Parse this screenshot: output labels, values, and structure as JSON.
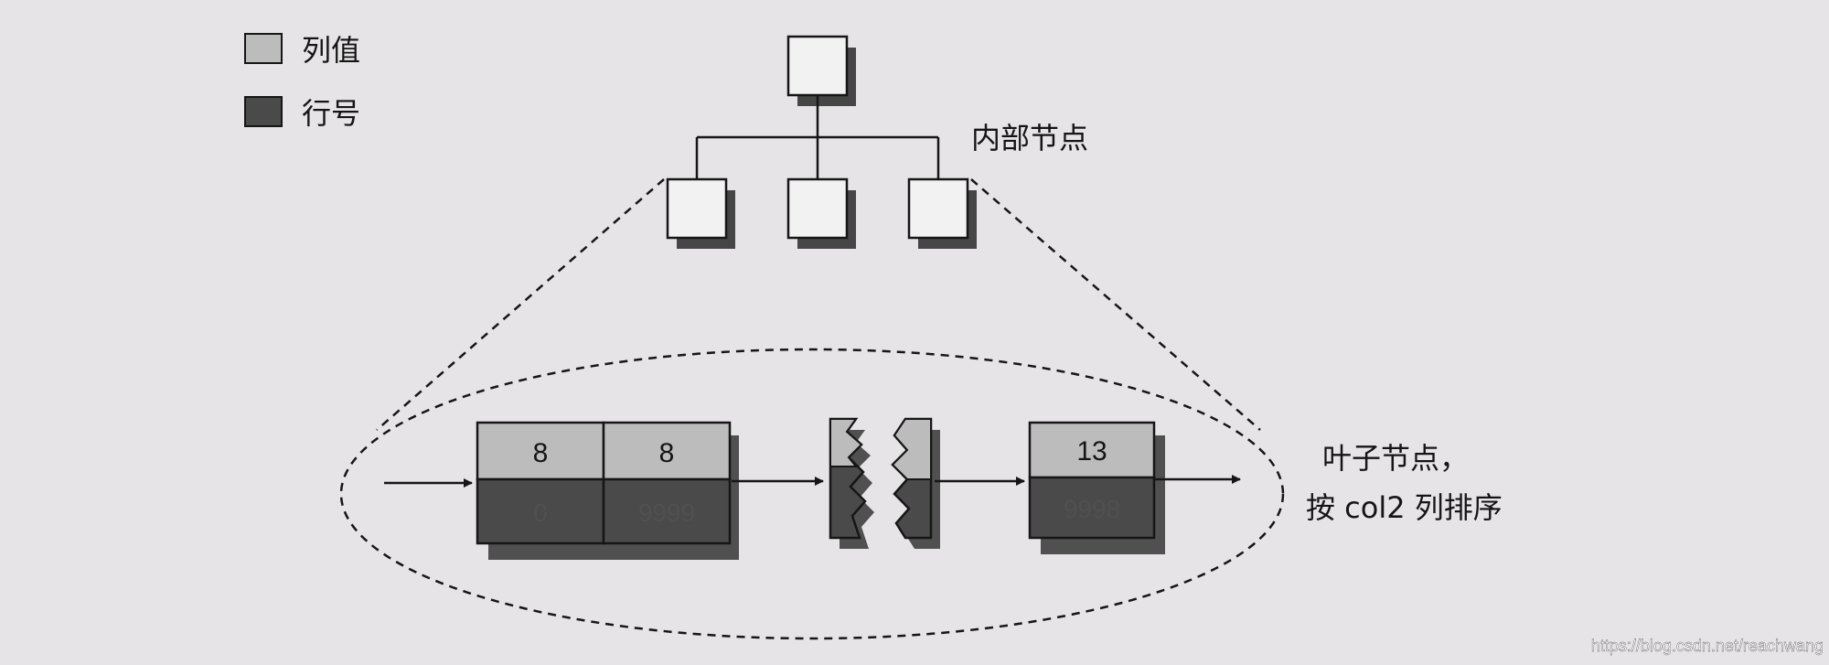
{
  "legend": {
    "items": [
      {
        "label": "列值",
        "swatch_color": "#bcbcbc"
      },
      {
        "label": "行号",
        "swatch_color": "#4a4a4a"
      }
    ]
  },
  "labels": {
    "internal_nodes": "内部节点",
    "leaf_nodes_line1": "叶子节点，",
    "leaf_nodes_line2": "按 col2 列排序",
    "watermark": "https://blog.csdn.net/reachwang"
  },
  "leaf_pages": [
    {
      "cells": [
        {
          "column_value": "8",
          "row_number": "0"
        },
        {
          "column_value": "8",
          "row_number": "9999"
        }
      ]
    },
    {
      "cells": [
        {
          "column_value": "13",
          "row_number": "9998"
        }
      ]
    }
  ],
  "colors": {
    "column_value_fill": "#bcbcbc",
    "row_number_fill": "#4a4a4a",
    "node_fill": "#f2f2f2",
    "line": "#161616",
    "shadow": "#2a2a2a"
  }
}
